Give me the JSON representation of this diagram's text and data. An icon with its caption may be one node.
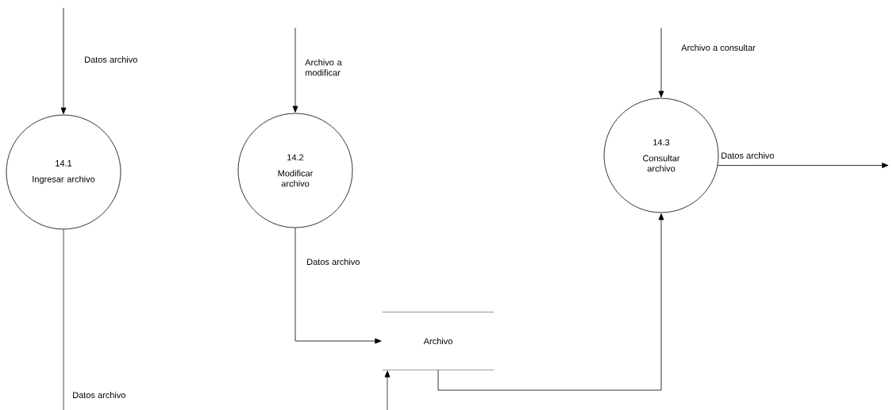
{
  "diagram": {
    "nodes": [
      {
        "text": [
          "14.1",
          "Ingresar archivo"
        ]
      },
      {
        "text": [
          "14.2",
          "Modificar archivo"
        ]
      },
      {
        "text": [
          "14.3",
          "Consultar archivo"
        ]
      },
      {
        "text": [
          "Archivo"
        ]
      }
    ],
    "edges": [
      {
        "from": null,
        "to": 0,
        "arrow": "to",
        "label": "Datos archivo"
      },
      {
        "from": null,
        "to": 1,
        "arrow": "to",
        "label": "Archivo a modificar"
      },
      {
        "from": null,
        "to": 2,
        "arrow": "to",
        "label": "Archivo a consultar"
      },
      {
        "from": 2,
        "to": null,
        "arrow": "to",
        "label": "Datos archivo"
      },
      {
        "from": 1,
        "to": 3,
        "arrow": "to",
        "label": "Datos archivo"
      },
      {
        "from": 3,
        "to": 2,
        "arrow": "to"
      },
      {
        "from": 0,
        "to": null,
        "arrow": "none",
        "label": "Datos archivo"
      },
      {
        "from": null,
        "to": 3,
        "arrow": "to"
      }
    ]
  }
}
